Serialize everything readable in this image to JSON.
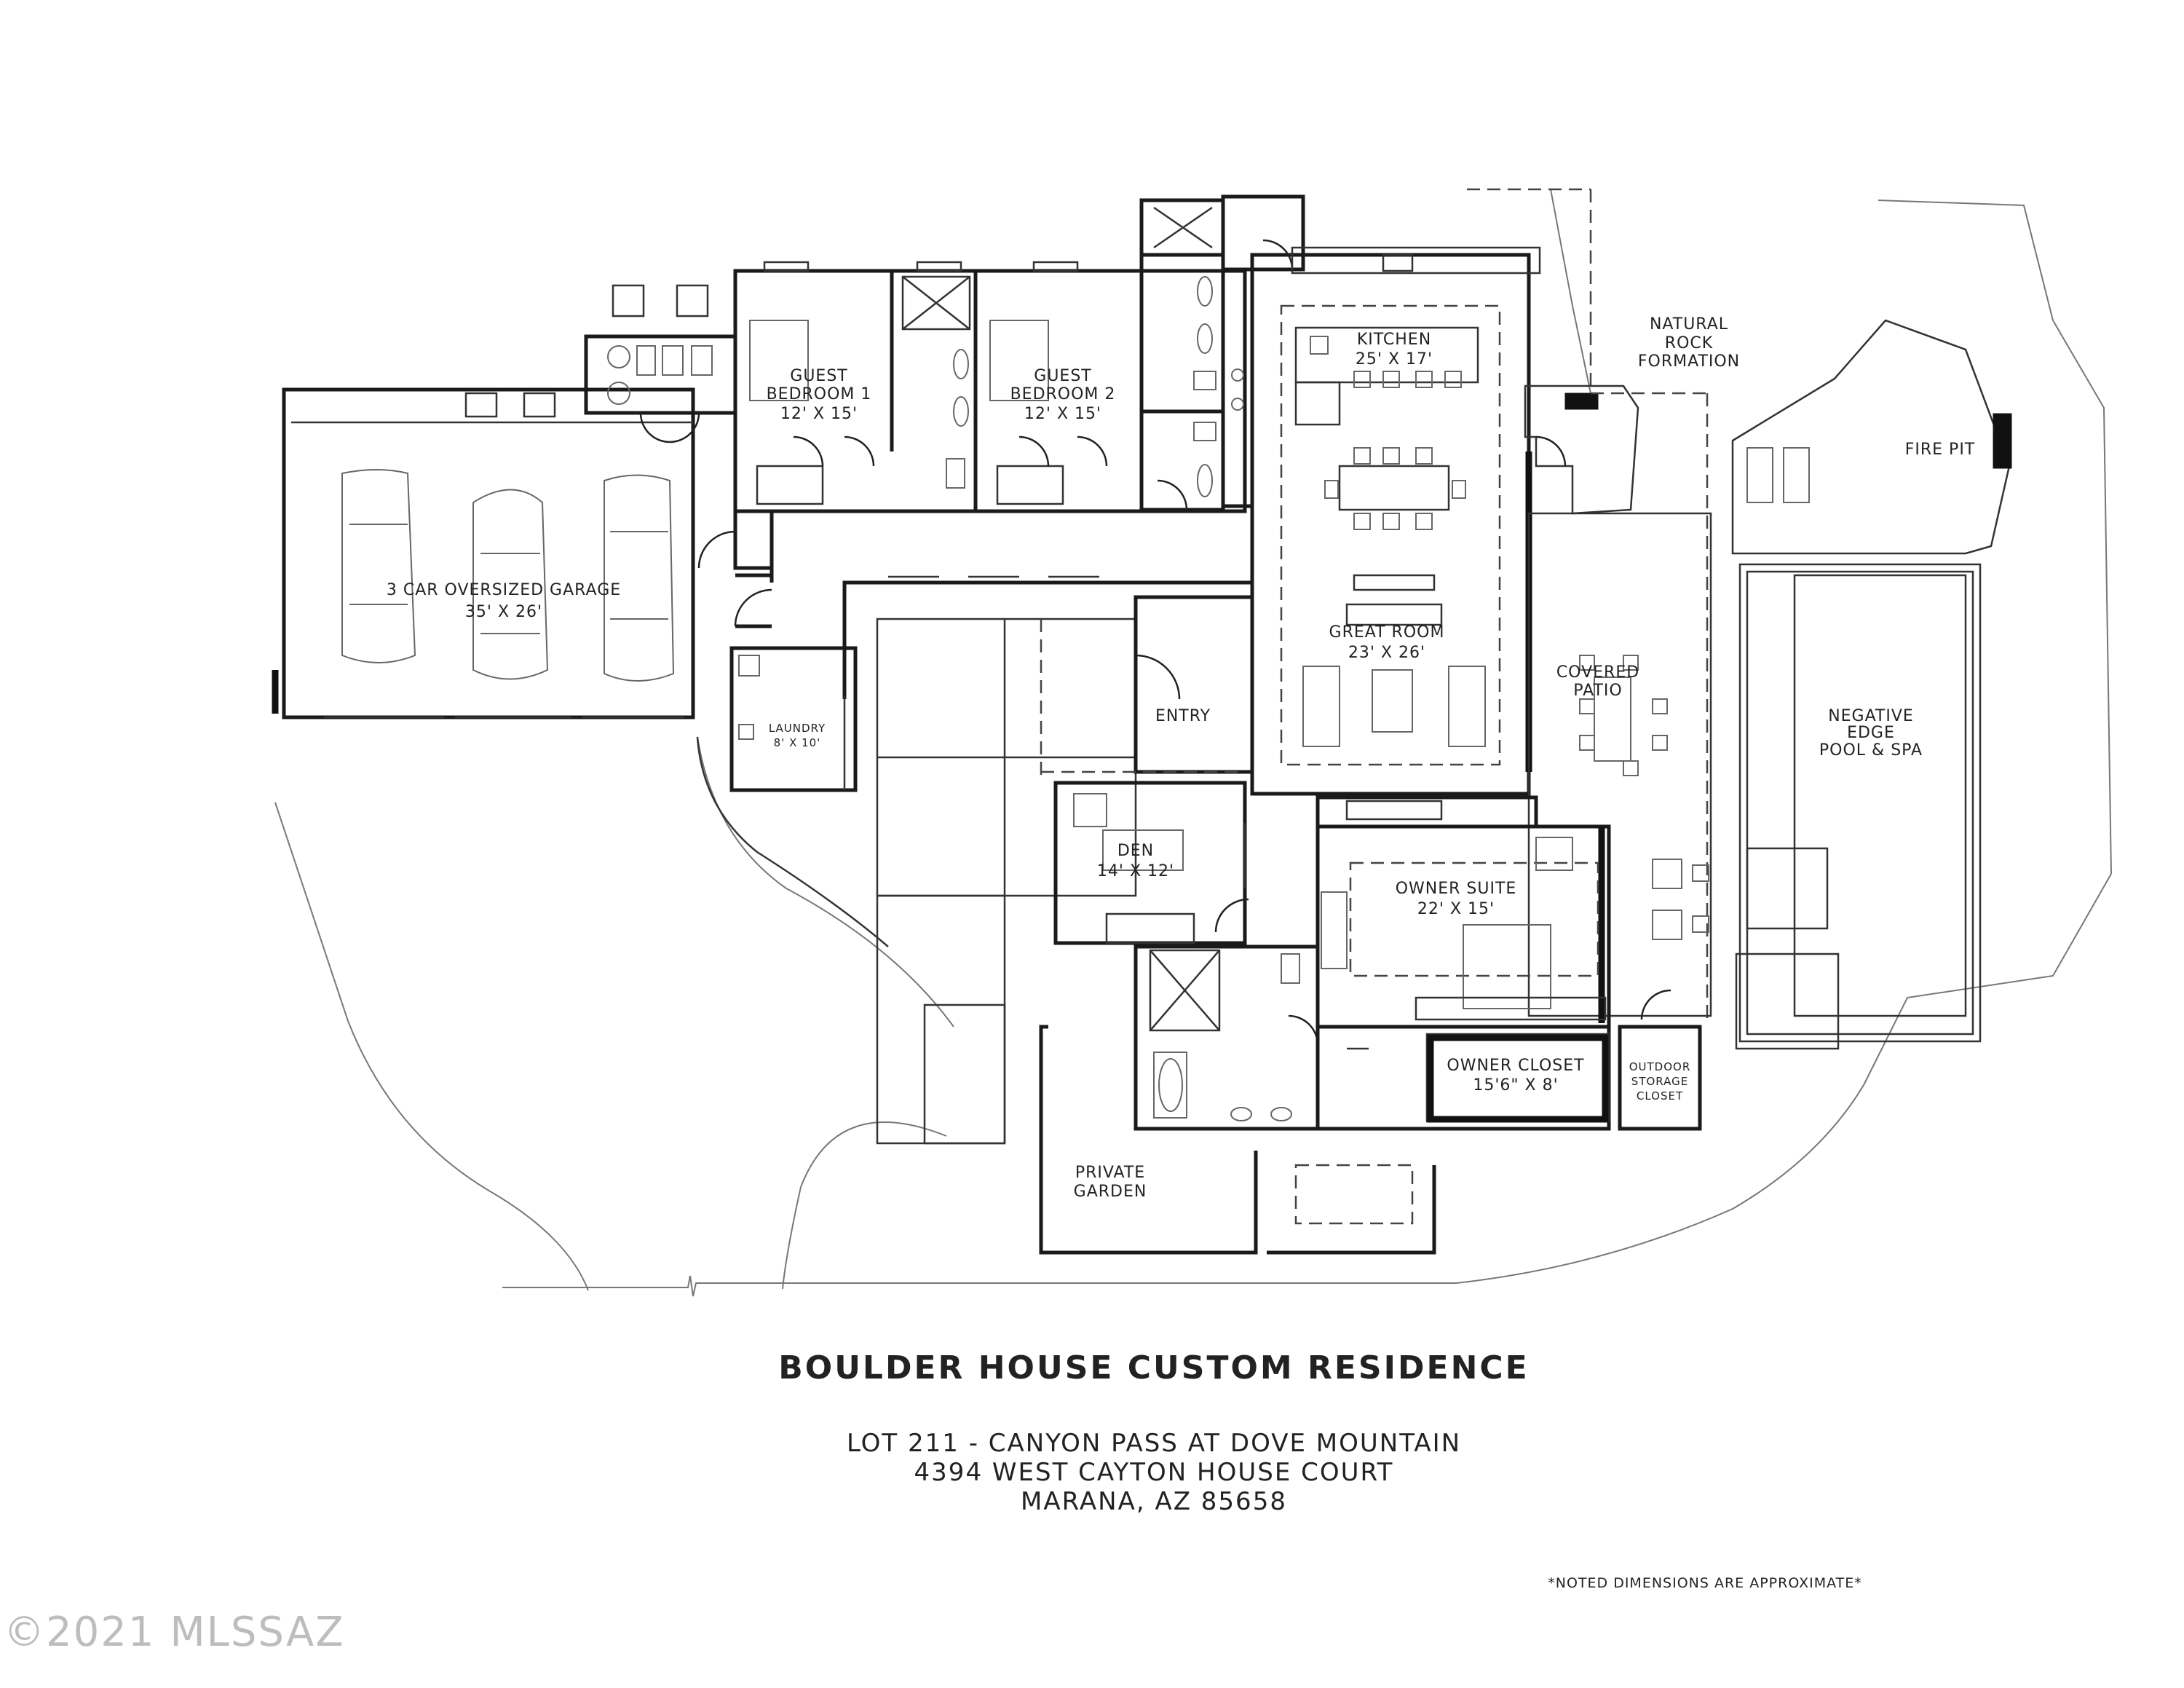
{
  "rooms": {
    "garage": {
      "line1": "3 CAR OVERSIZED GARAGE",
      "line2": "35' X 26'"
    },
    "guest1": {
      "line1": "GUEST",
      "line2": "BEDROOM 1",
      "line3": "12' X 15'"
    },
    "guest2": {
      "line1": "GUEST",
      "line2": "BEDROOM 2",
      "line3": "12' X 15'"
    },
    "kitchen": {
      "line1": "KITCHEN",
      "line2": "25' X 17'"
    },
    "rock": {
      "line1": "NATURAL",
      "line2": "ROCK",
      "line3": "FORMATION"
    },
    "firepit": {
      "line1": "FIRE PIT"
    },
    "great": {
      "line1": "GREAT ROOM",
      "line2": "23' X 26'"
    },
    "patio": {
      "line1": "COVERED",
      "line2": "PATIO"
    },
    "pool": {
      "line1": "NEGATIVE",
      "line2": "EDGE",
      "line3": "POOL & SPA"
    },
    "laundry": {
      "line1": "LAUNDRY",
      "line2": "8' X 10'"
    },
    "entry": {
      "line1": "ENTRY"
    },
    "den": {
      "line1": "DEN",
      "line2": "14' X 12'"
    },
    "owner": {
      "line1": "OWNER SUITE",
      "line2": "22' X 15'"
    },
    "closet": {
      "line1": "OWNER CLOSET",
      "line2": "15'6\" X 8'"
    },
    "storage": {
      "line1": "OUTDOOR",
      "line2": "STORAGE",
      "line3": "CLOSET"
    },
    "garden": {
      "line1": "PRIVATE",
      "line2": "GARDEN"
    }
  },
  "title": "BOULDER HOUSE CUSTOM RESIDENCE",
  "address": {
    "line1": "LOT 211 - CANYON PASS AT DOVE MOUNTAIN",
    "line2": "4394 WEST CAYTON HOUSE COURT",
    "line3": "MARANA, AZ 85658"
  },
  "note": "*NOTED DIMENSIONS ARE APPROXIMATE*",
  "watermark": "©2021 MLSSAZ"
}
